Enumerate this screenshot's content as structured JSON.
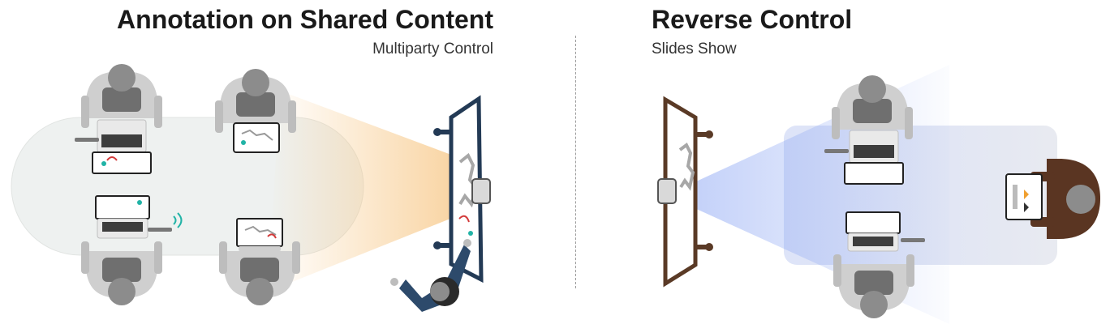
{
  "left_panel": {
    "title": "Annotation on Shared Content",
    "subtitle": "Multiparty Control"
  },
  "right_panel": {
    "title": "Reverse Control",
    "subtitle": "Slides Show"
  },
  "colors": {
    "person_gray": "#8c8c8c",
    "person_shirt": "#cfcfcf",
    "table": "#eef1f0",
    "projection_left": "#f7c98a",
    "projection_right": "#7f9cf2",
    "screen_frame_left": "#233a55",
    "screen_frame_right": "#5a3a26",
    "presenter_jacket": "#2d4a6b",
    "slideshow_person_jacket": "#5a3522",
    "annotation_teal": "#21b3a6",
    "annotation_red": "#d33a3a"
  }
}
